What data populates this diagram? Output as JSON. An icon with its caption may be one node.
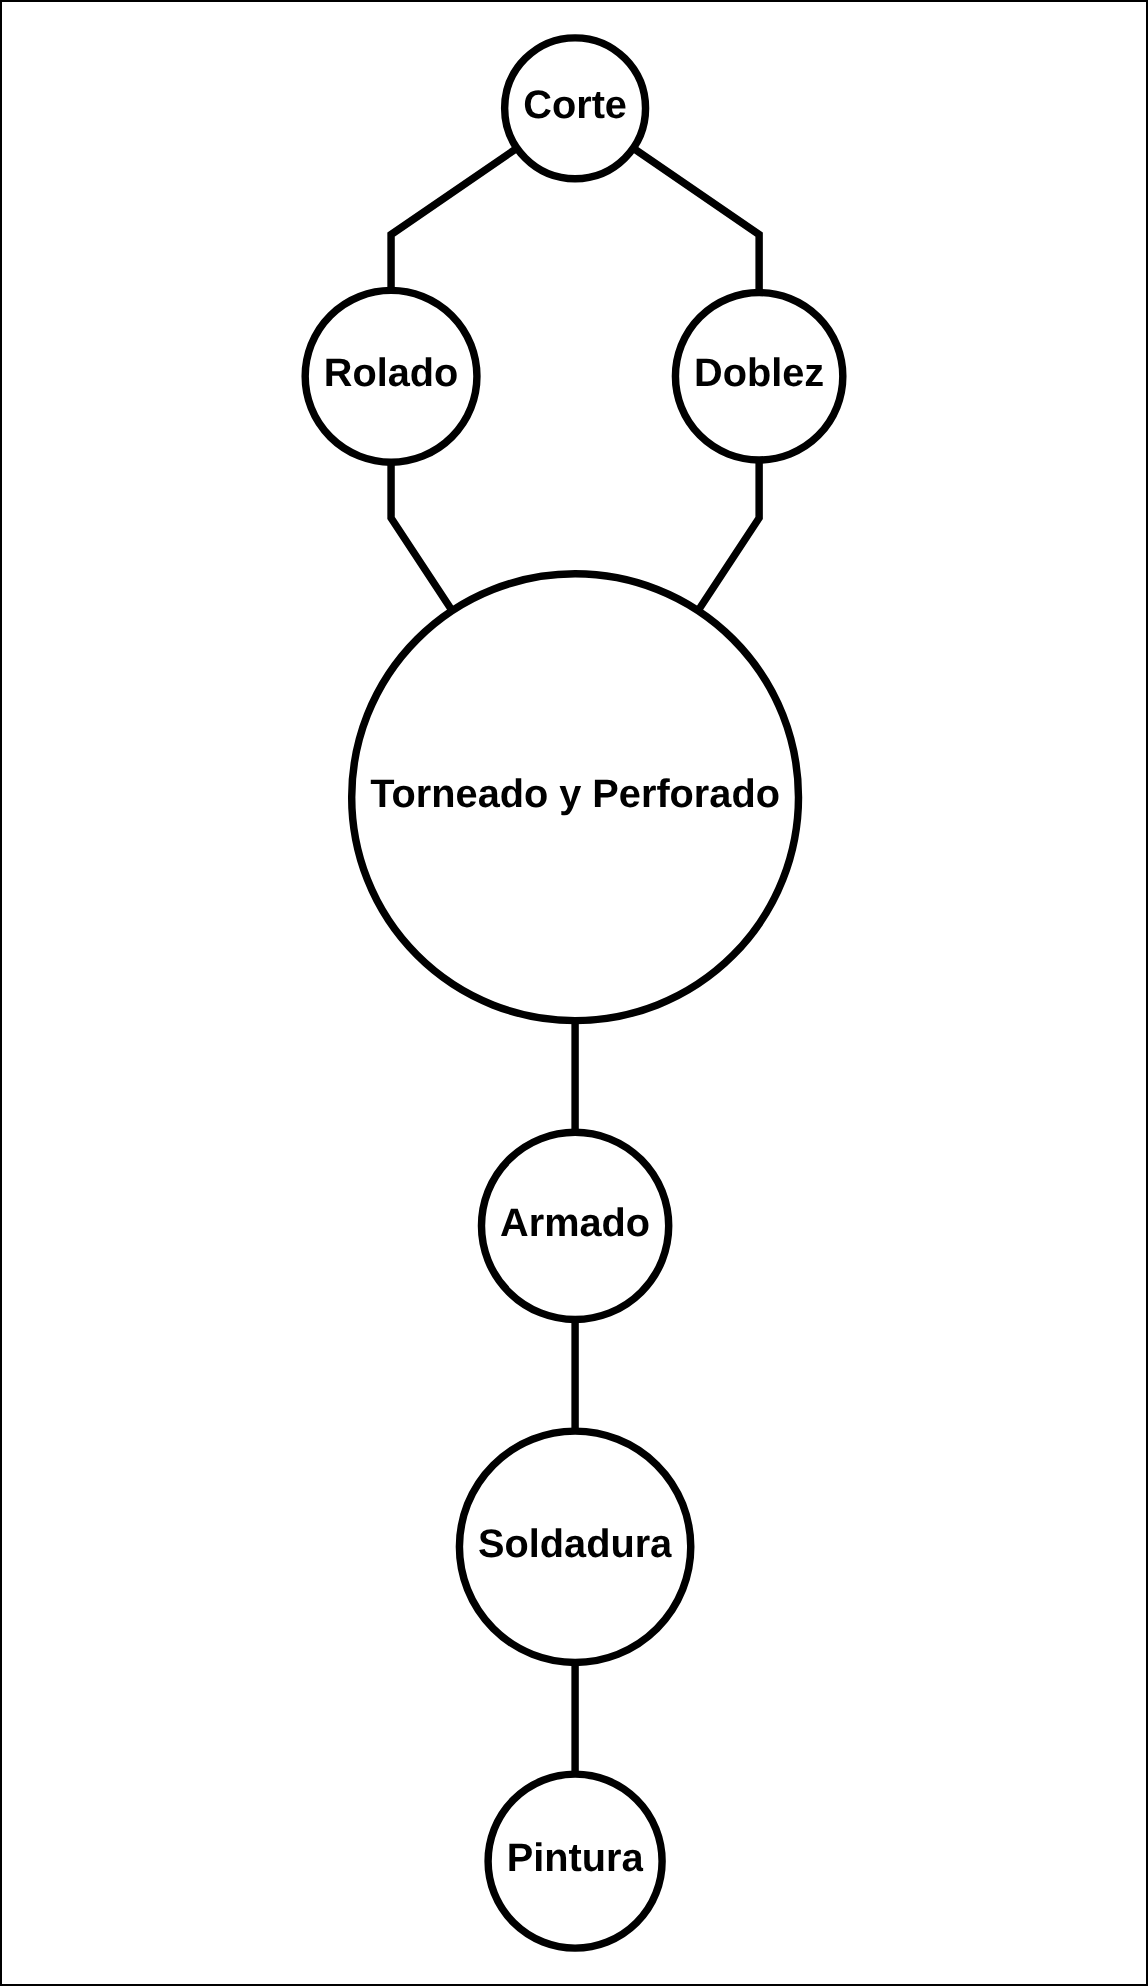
{
  "diagram": {
    "nodes": [
      {
        "text": [
          "Corte"
        ]
      },
      {
        "text": [
          "Rolado"
        ]
      },
      {
        "text": [
          "Doblez"
        ]
      },
      {
        "text": [
          "Torneado y Perforado"
        ]
      },
      {
        "text": [
          "Armado"
        ]
      },
      {
        "text": [
          "Soldadura"
        ]
      },
      {
        "text": [
          "Pintura"
        ]
      }
    ],
    "edges": [
      {
        "from": 0,
        "to": 1,
        "arrow": "none"
      },
      {
        "from": 0,
        "to": 2,
        "arrow": "none"
      },
      {
        "from": 1,
        "to": 3,
        "arrow": "none"
      },
      {
        "from": 2,
        "to": 3,
        "arrow": "none"
      },
      {
        "from": 3,
        "to": 4,
        "arrow": "none"
      },
      {
        "from": 4,
        "to": 5,
        "arrow": "none"
      },
      {
        "from": 5,
        "to": 6,
        "arrow": "none"
      }
    ]
  }
}
